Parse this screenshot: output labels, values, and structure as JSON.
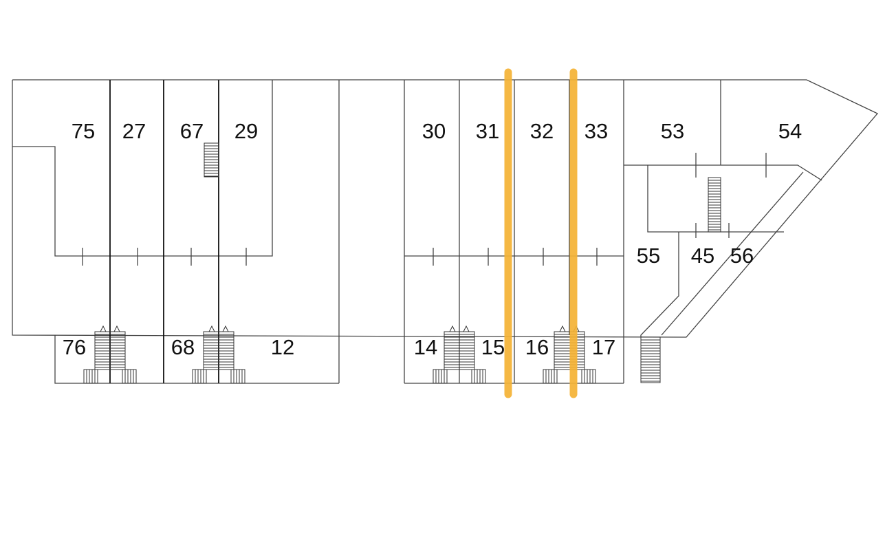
{
  "floor_plan": {
    "units": {
      "u75": "75",
      "u27": "27",
      "u67": "67",
      "u29": "29",
      "u30": "30",
      "u31": "31",
      "u32": "32",
      "u33": "33",
      "u53": "53",
      "u54": "54",
      "u55": "55",
      "u45": "45",
      "u56": "56",
      "u76": "76",
      "u68": "68",
      "u12": "12",
      "u14": "14",
      "u15": "15",
      "u16": "16",
      "u17": "17"
    },
    "highlight_color": "#F5B335"
  }
}
